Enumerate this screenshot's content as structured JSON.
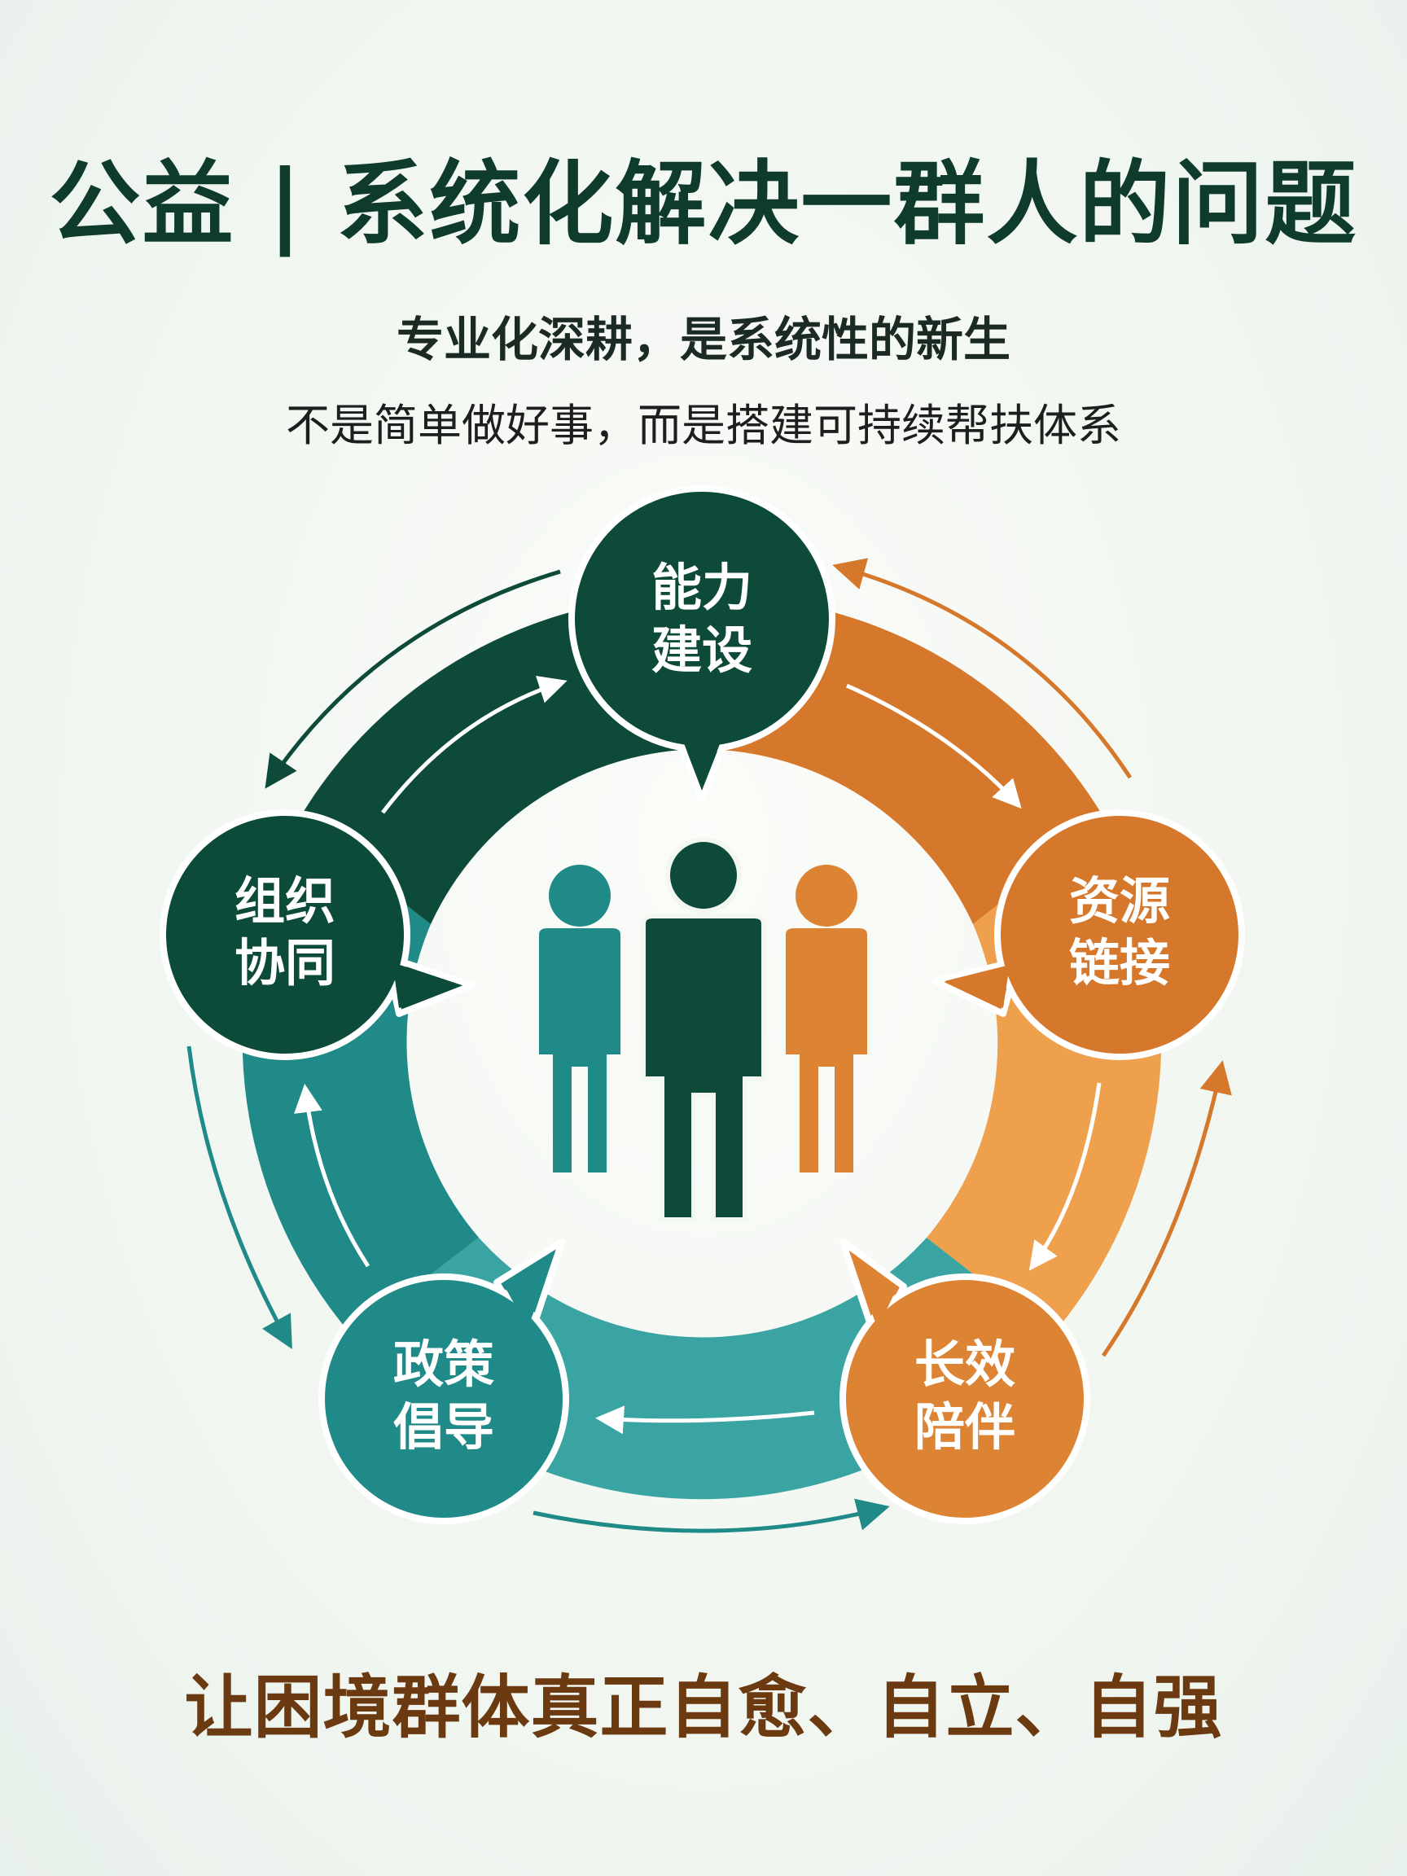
{
  "title": "公益 | 系统化解决一群人的问题",
  "subtitle": "专业化深耕，是系统性的新生",
  "subline": "不是简单做好事，而是搭建可持续帮扶体系",
  "footer": "让困境群体真正自愈、自立、自强",
  "nodes": [
    {
      "line1": "能力",
      "line2": "建设",
      "color": "#0d4a3a"
    },
    {
      "line1": "资源",
      "line2": "链接",
      "color": "#d6782b"
    },
    {
      "line1": "长效",
      "line2": "陪伴",
      "color": "#dd8434"
    },
    {
      "line1": "政策",
      "line2": "倡导",
      "color": "#1f8a87"
    },
    {
      "line1": "组织",
      "line2": "协同",
      "color": "#0c4a3a"
    }
  ],
  "colors": {
    "dark_green": "#0d4a3a",
    "orange": "#d6782b",
    "light_orange": "#eea04d",
    "teal": "#1f8a87",
    "light_teal": "#3aa4a2"
  },
  "center_icon": "people-group-icon"
}
